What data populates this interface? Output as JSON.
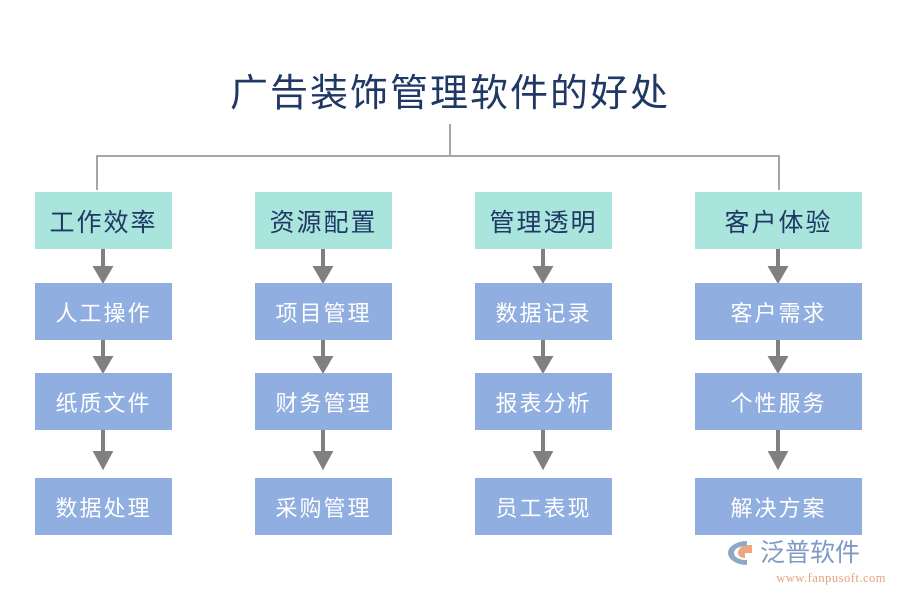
{
  "diagram": {
    "title": "广告装饰管理软件的好处",
    "type": "tree-flowchart",
    "title_color": "#1f3864",
    "header_bg": "#a9e5dd",
    "item_bg": "#91aee0",
    "item_text_color": "#ffffff",
    "connector_color": "#a6a6a6",
    "arrow_color": "#808080",
    "background": "#ffffff",
    "columns": [
      {
        "header": "工作效率",
        "items": [
          "人工操作",
          "纸质文件",
          "数据处理"
        ]
      },
      {
        "header": "资源配置",
        "items": [
          "项目管理",
          "财务管理",
          "采购管理"
        ]
      },
      {
        "header": "管理透明",
        "items": [
          "数据记录",
          "报表分析",
          "员工表现"
        ]
      },
      {
        "header": "客户体验",
        "items": [
          "客户需求",
          "个性服务",
          "解决方案"
        ]
      }
    ]
  },
  "watermark": {
    "brand": "泛普软件",
    "url": "www.fanpusoft.com",
    "brand_color": "#7f9ac4",
    "url_color": "#e8a07e"
  }
}
